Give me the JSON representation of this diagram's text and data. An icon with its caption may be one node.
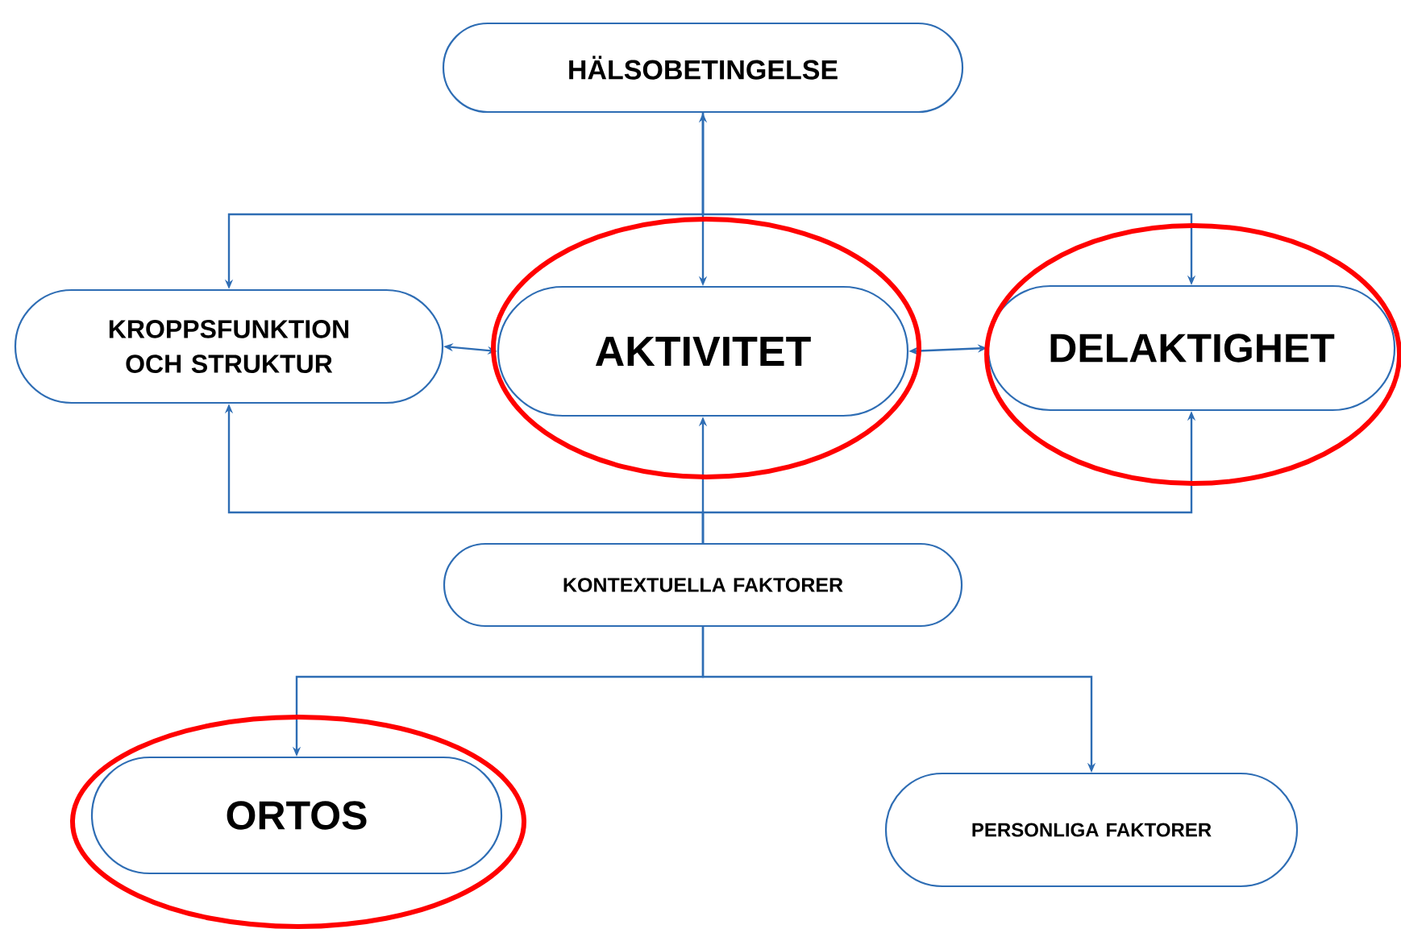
{
  "diagram": {
    "nodes": [
      {
        "text": [
          "HÄLSOBETINGELSE"
        ]
      },
      {
        "text": [
          "KROPPSFUNKTION OCH STRUKTUR"
        ]
      },
      {
        "text": [
          "AKTIVITET"
        ]
      },
      {
        "text": [
          "DELAKTIGHET"
        ]
      },
      {
        "text": [
          "KONTEXTUELLA FAKTORER"
        ]
      },
      {
        "text": [
          "ORTOS"
        ]
      },
      {
        "text": [
          "PERSONLIGA FAKTORER"
        ]
      }
    ],
    "edges": [
      {
        "from": 0,
        "to": 1,
        "arrow": "to"
      },
      {
        "from": 0,
        "to": 2,
        "arrow": "both"
      },
      {
        "from": 0,
        "to": 3,
        "arrow": "to"
      },
      {
        "from": 1,
        "to": 2,
        "arrow": "both"
      },
      {
        "from": 2,
        "to": 3,
        "arrow": "both"
      },
      {
        "from": 4,
        "to": 1,
        "arrow": "to"
      },
      {
        "from": 4,
        "to": 2,
        "arrow": "to"
      },
      {
        "from": 4,
        "to": 3,
        "arrow": "to"
      },
      {
        "from": 4,
        "to": 5,
        "arrow": "to"
      },
      {
        "from": 4,
        "to": 6,
        "arrow": "to"
      }
    ]
  }
}
